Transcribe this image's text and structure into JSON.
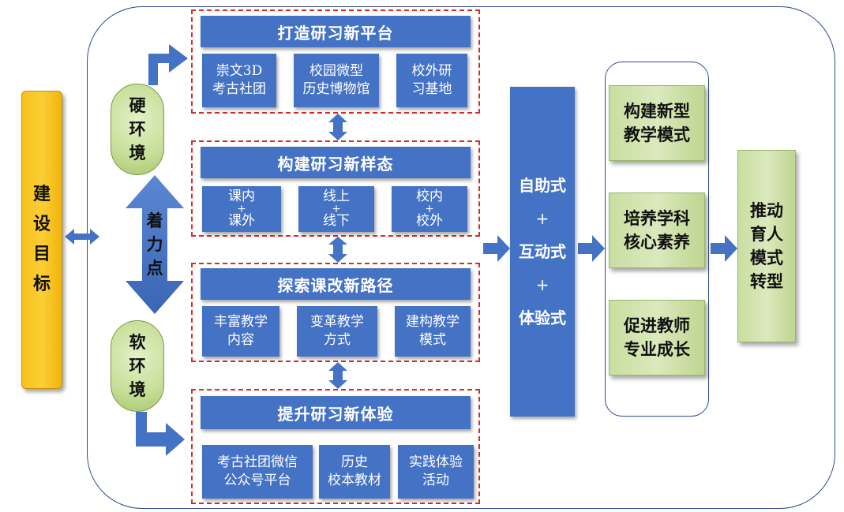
{
  "goal": {
    "label": [
      "建",
      "设",
      "目",
      "标"
    ]
  },
  "hard_env": {
    "label": [
      "硬",
      "环",
      "境"
    ]
  },
  "soft_env": {
    "label": [
      "软",
      "环",
      "境"
    ]
  },
  "focus": {
    "label": [
      "着",
      "力",
      "点"
    ]
  },
  "sections": [
    {
      "title": "打造研习新平台",
      "items": [
        [
          "崇文3D",
          "考古社团"
        ],
        [
          "校园微型",
          "历史博物馆"
        ],
        [
          "校外研",
          "习基地"
        ]
      ]
    },
    {
      "title": "构建研习新样态",
      "items": [
        [
          "课内",
          "+",
          "课外"
        ],
        [
          "线上",
          "+",
          "线下"
        ],
        [
          "校内",
          "+",
          "校外"
        ]
      ]
    },
    {
      "title": "探索课改新路径",
      "items": [
        [
          "丰富教学",
          "内容"
        ],
        [
          "变革教学",
          "方式"
        ],
        [
          "建构教学",
          "模式"
        ]
      ]
    },
    {
      "title": "提升研习新体验",
      "items": [
        [
          "考古社团微信",
          "公众号平台"
        ],
        [
          "历史",
          "校本教材"
        ],
        [
          "实践体验",
          "活动"
        ]
      ]
    }
  ],
  "modes": {
    "lines": [
      "自助式",
      "+",
      "互动式",
      "+",
      "体验式"
    ]
  },
  "outcomes": [
    [
      "构建新型",
      "教学模式"
    ],
    [
      "培养学科",
      "核心素养"
    ],
    [
      "促进教师",
      "专业成长"
    ]
  ],
  "final": {
    "label": [
      "推动",
      "育人",
      "模式",
      "转型"
    ]
  },
  "colors": {
    "blue": "#4472c4",
    "red_dash": "#d92a2a",
    "green": "#c9dea0",
    "yellow": "#f7c11a"
  }
}
